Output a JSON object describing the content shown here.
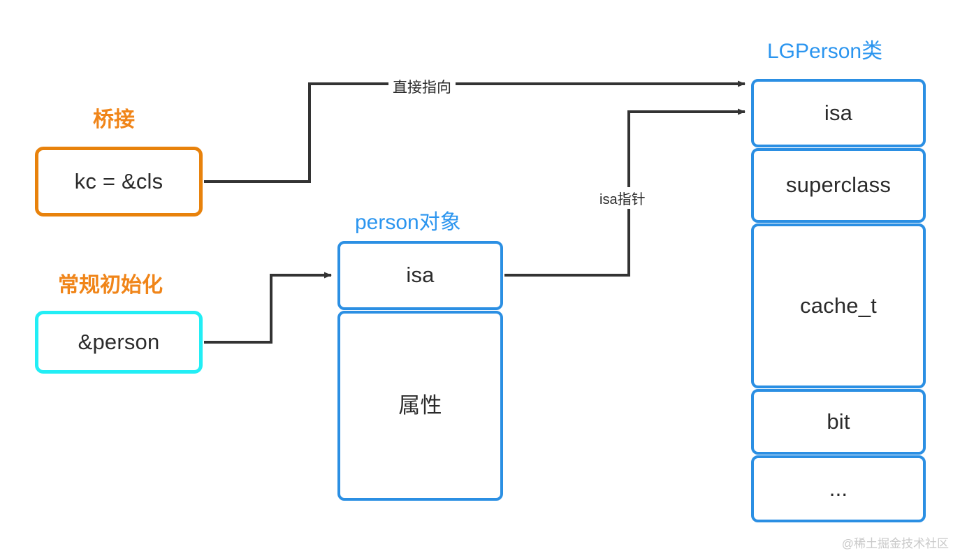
{
  "diagram": {
    "title": "iOS isa pointer / bridge diagram",
    "colors": {
      "orange": "#e8820c",
      "cyan": "#22eef5",
      "blue": "#2b8fe3",
      "caption_blue": "#2b95ef",
      "wire": "#333333",
      "text": "#2b2b2b"
    }
  },
  "captions": {
    "bridge": "桥接",
    "normal_init": "常规初始化",
    "person_object": "person对象",
    "lgperson_class": "LGPerson类"
  },
  "left_boxes": {
    "bridge_value": "kc = &cls",
    "init_value": "&person"
  },
  "person_object": {
    "fields": [
      {
        "label": "isa"
      },
      {
        "label": "属性"
      }
    ]
  },
  "lgperson_class": {
    "fields": [
      {
        "label": "isa"
      },
      {
        "label": "superclass"
      },
      {
        "label": "cache_t"
      },
      {
        "label": "bit"
      },
      {
        "label": "..."
      }
    ]
  },
  "wire_labels": {
    "direct": "直接指向",
    "isa_pointer": "isa指针"
  },
  "watermark": "@稀土掘金技术社区"
}
